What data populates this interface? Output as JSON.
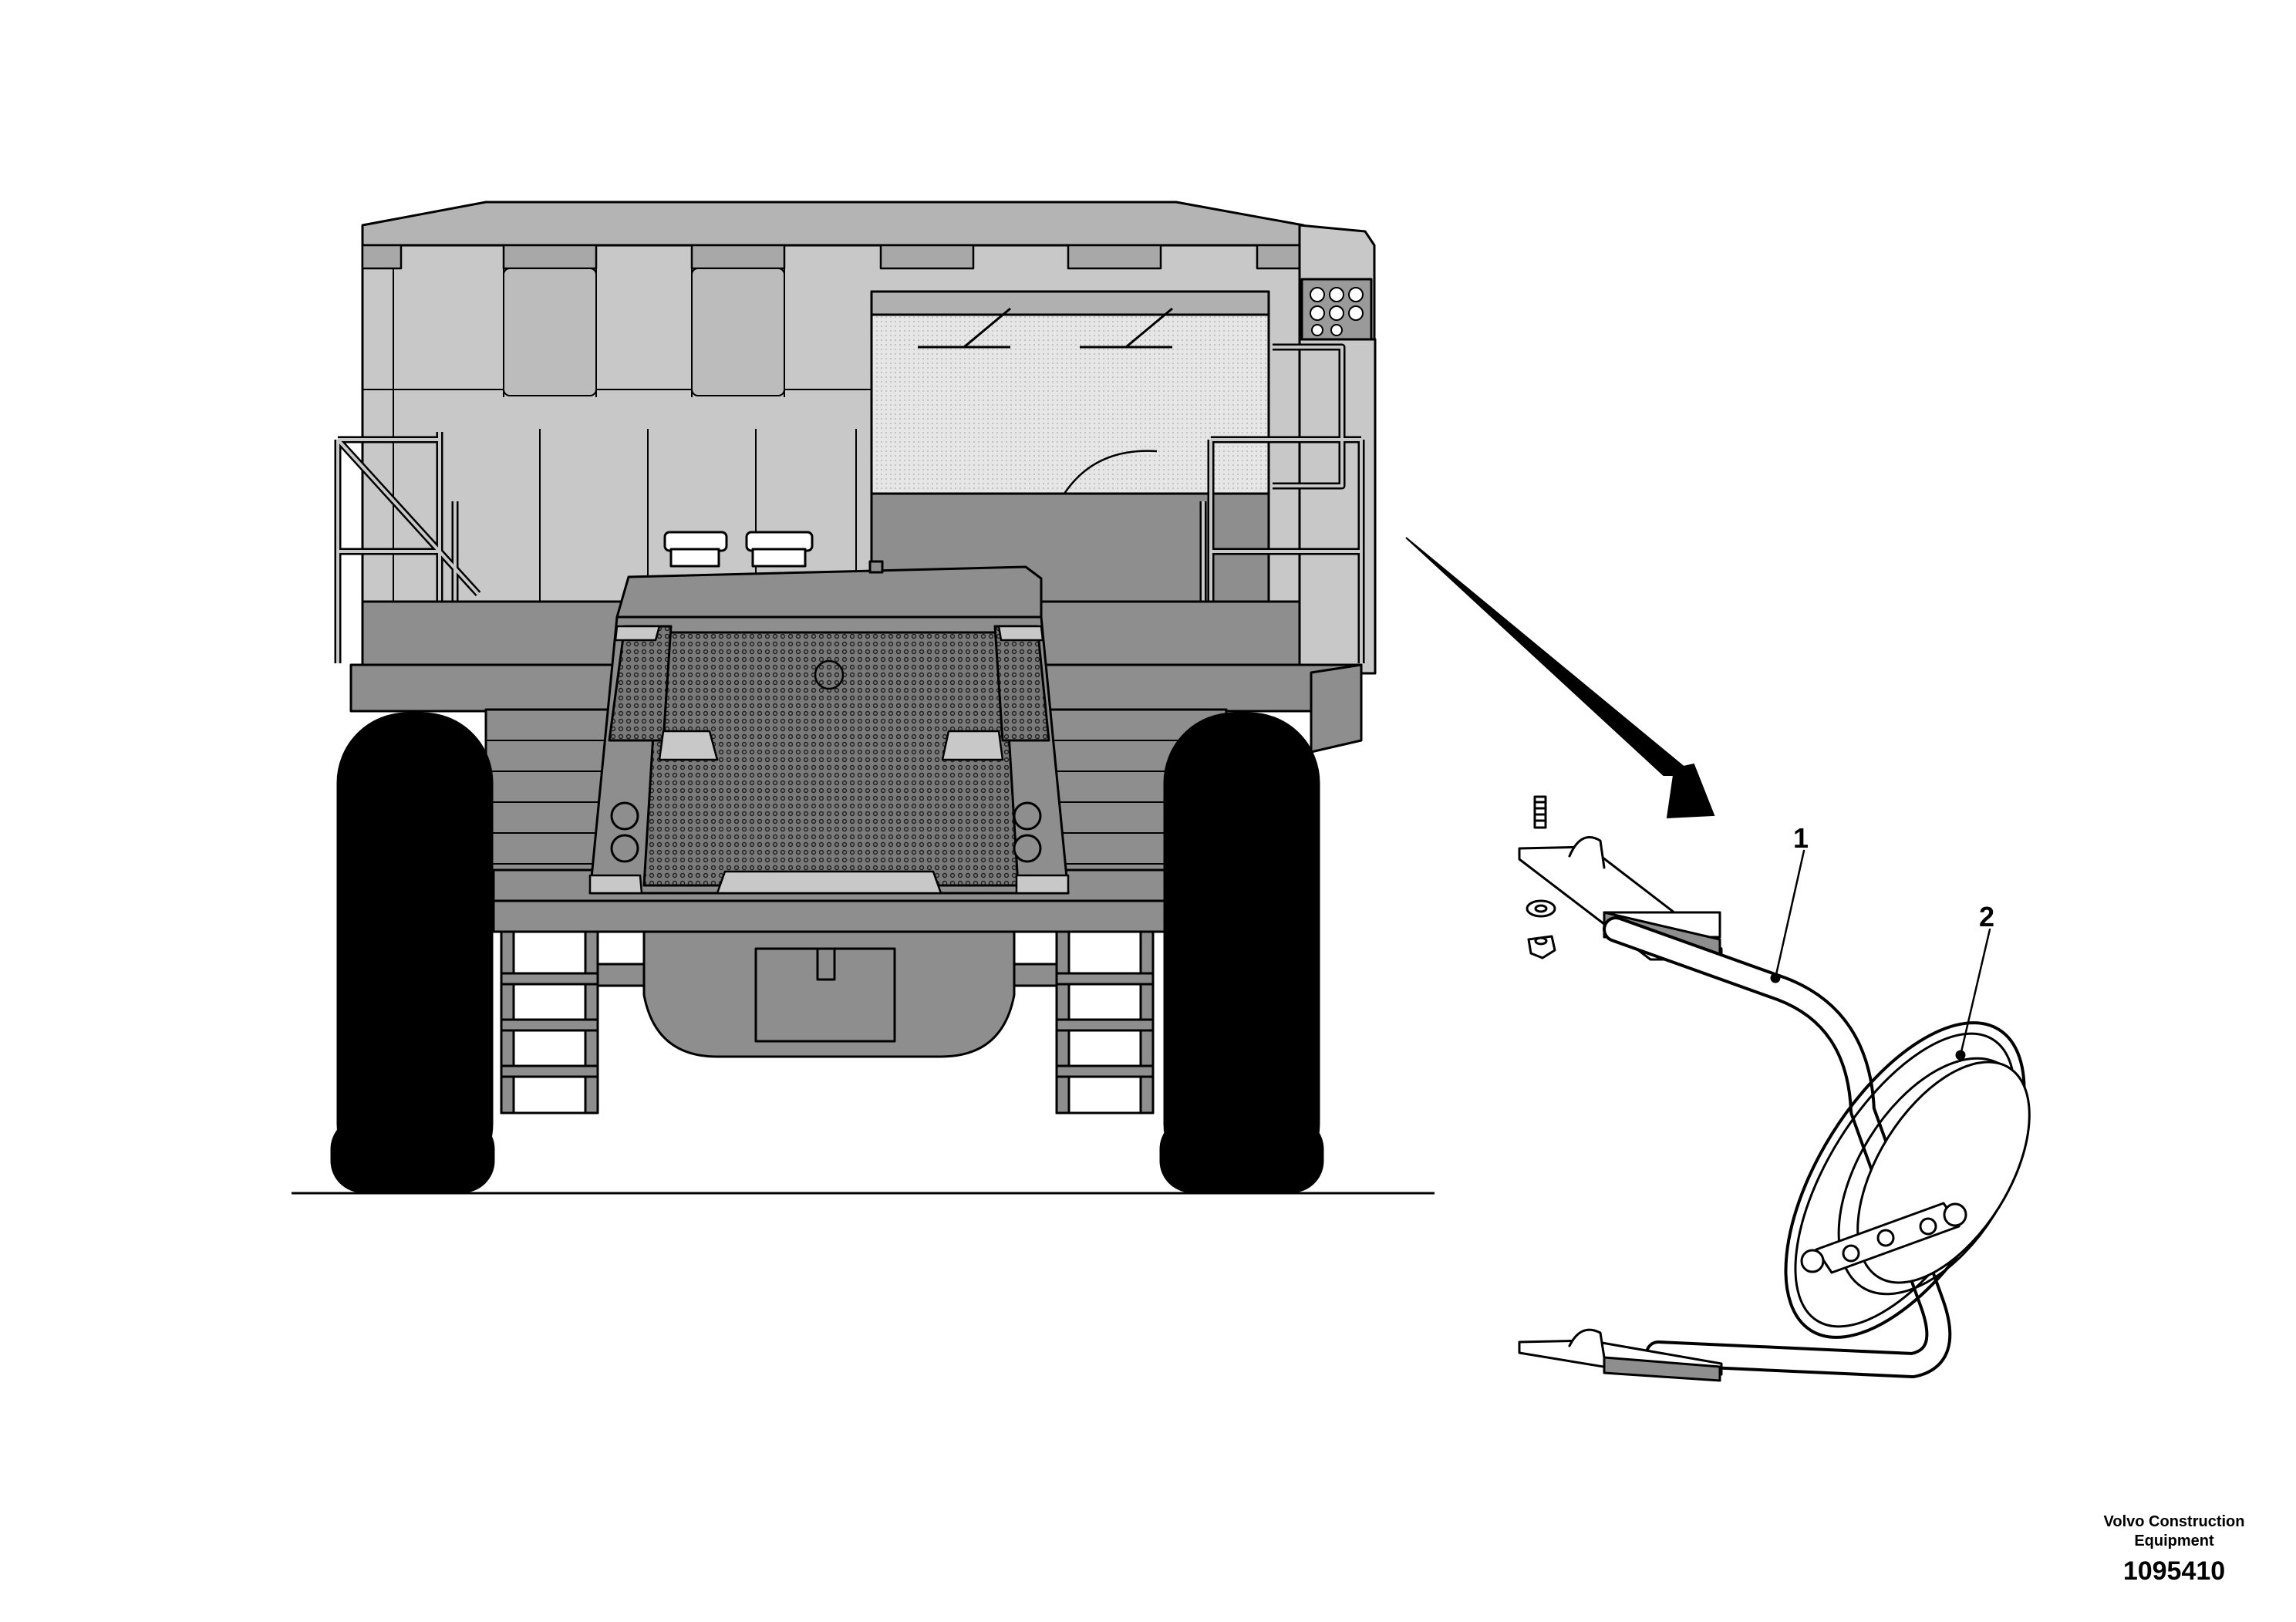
{
  "callouts": {
    "item_1": "1",
    "item_2": "2"
  },
  "caption": {
    "company_line1": "Volvo Construction",
    "company_line2": "Equipment",
    "drawing_number": "1095410"
  },
  "colors": {
    "body_light": "#c8c8c8",
    "body_dark": "#8e8e8e",
    "tire": "#000000",
    "line": "#000000",
    "mirror_fill": "#ffffff"
  }
}
